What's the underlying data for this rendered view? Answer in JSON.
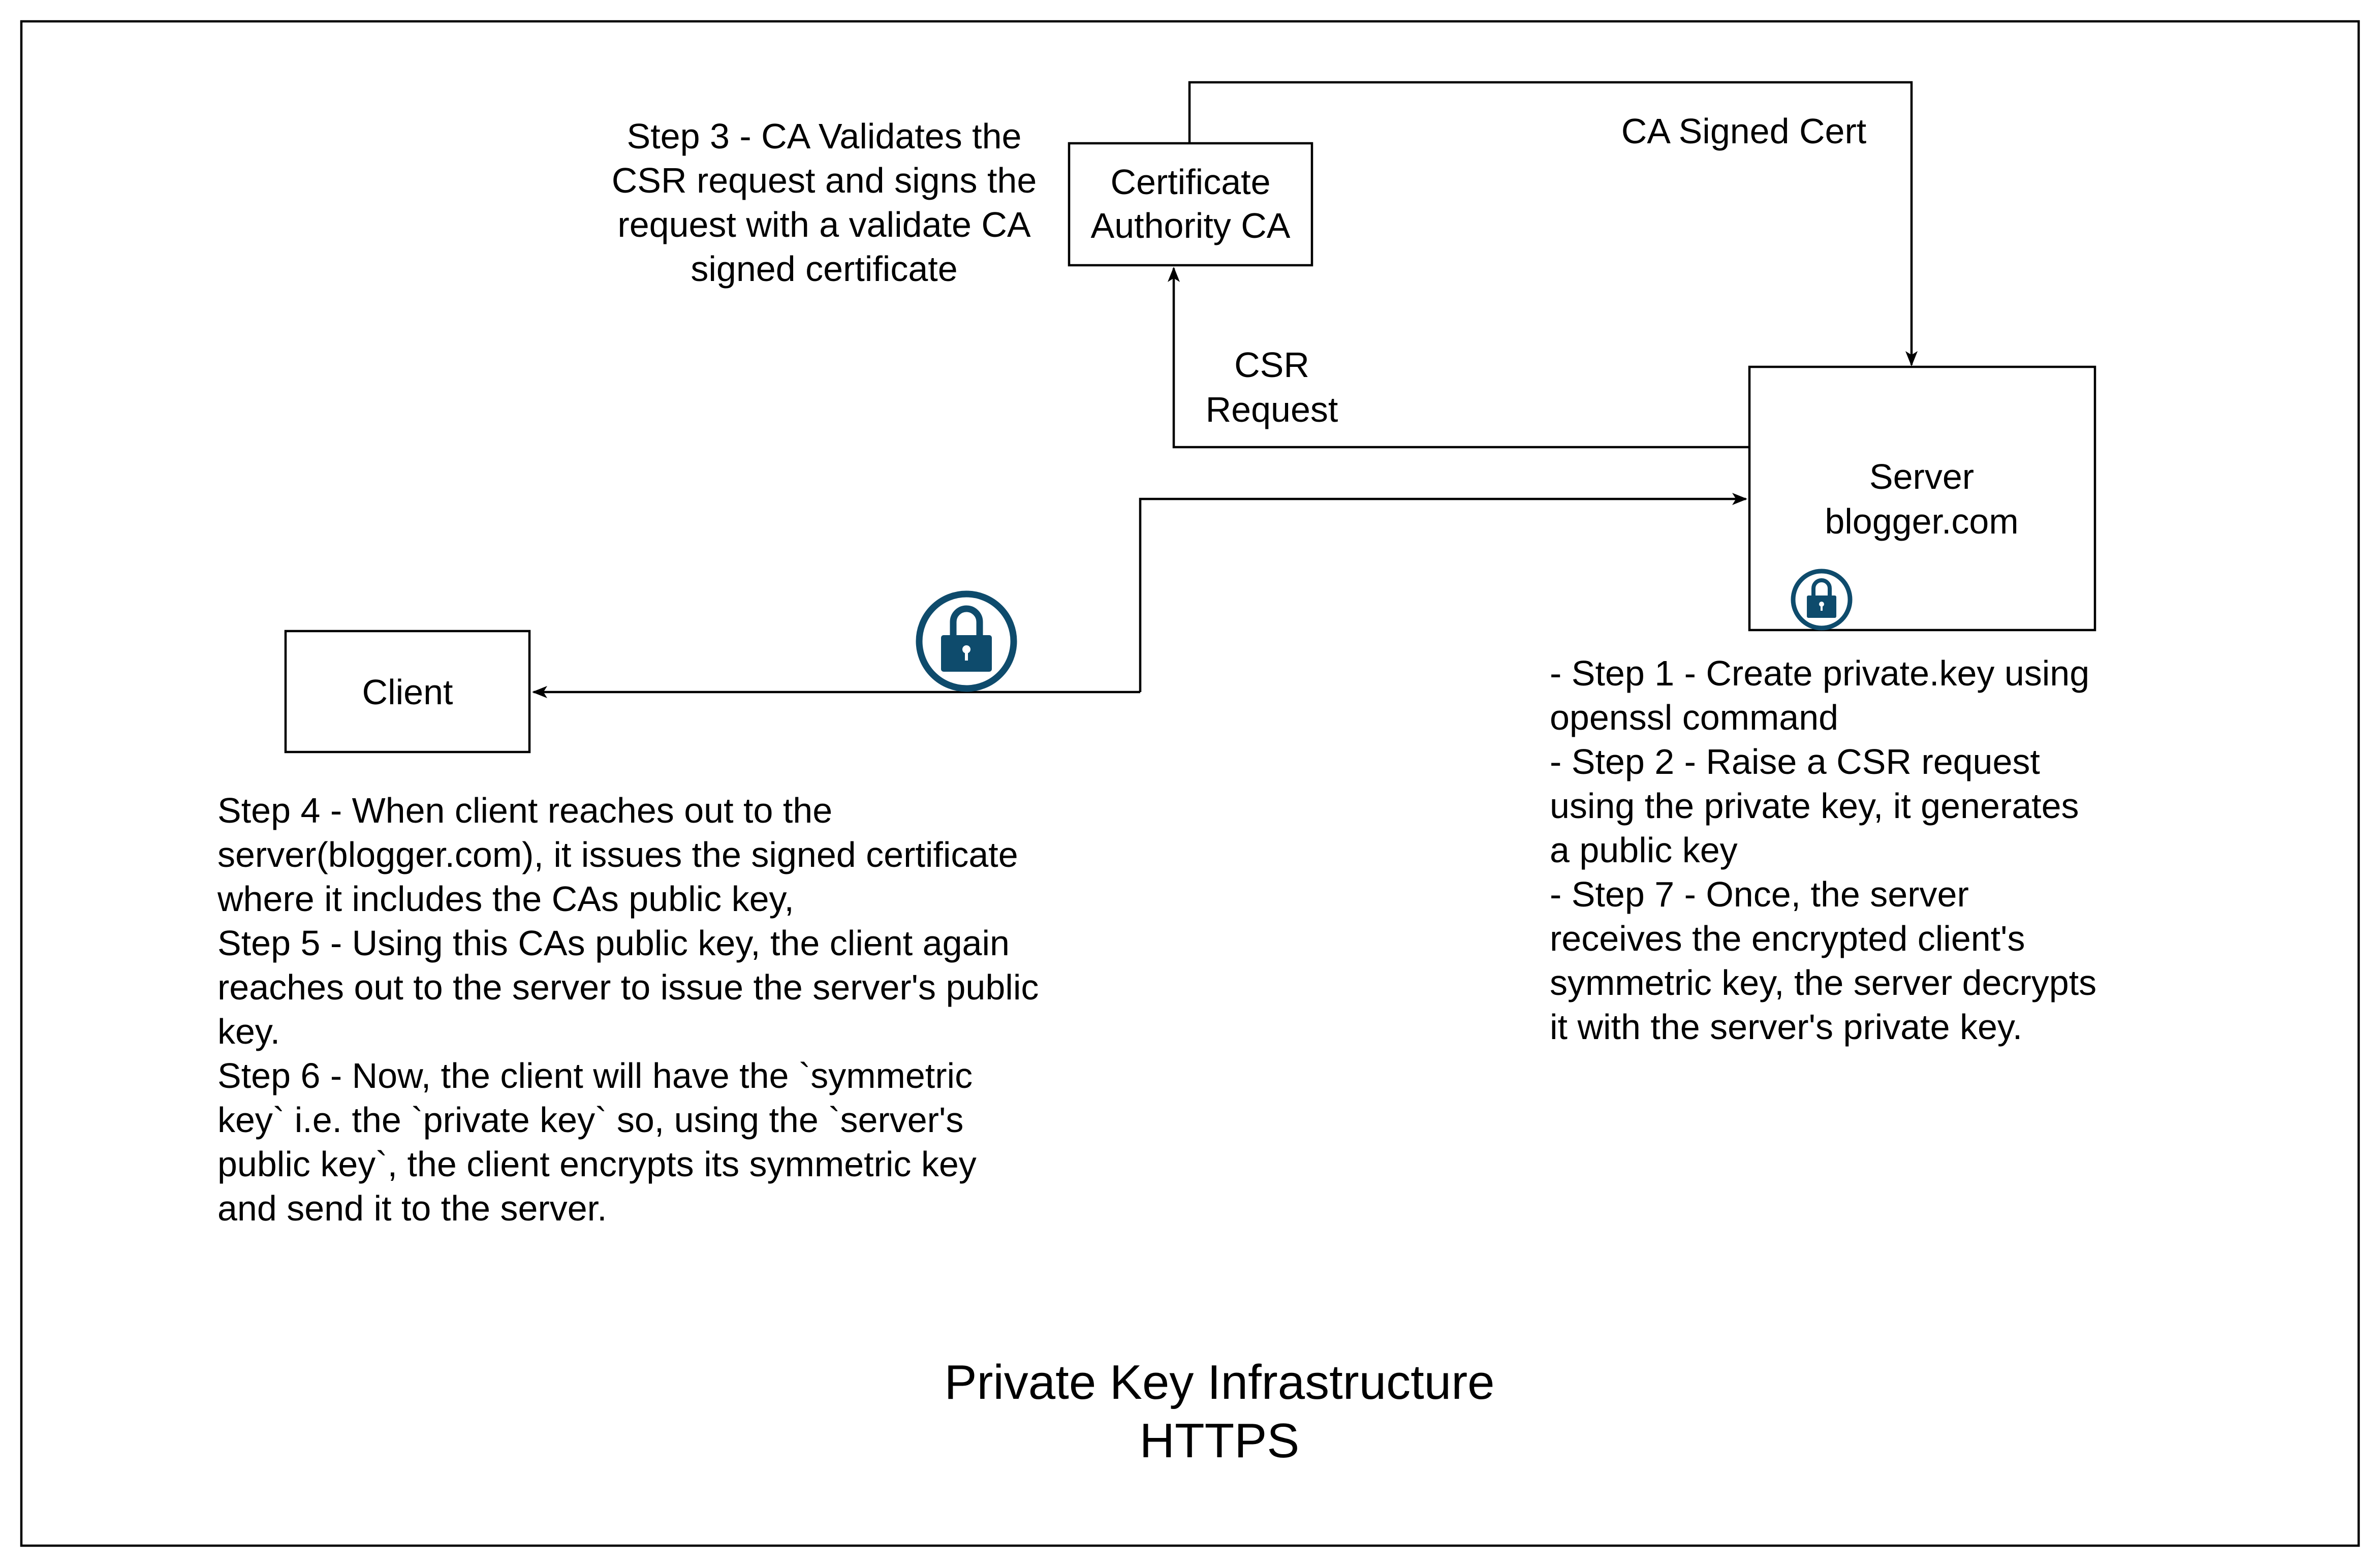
{
  "title": {
    "line1": "Private Key Infrastructure",
    "line2": "HTTPS"
  },
  "nodes": {
    "ca": {
      "line1": "Certificate",
      "line2": "Authority CA"
    },
    "server": {
      "line1": "Server",
      "line2": "blogger.com"
    },
    "client": {
      "label": "Client"
    }
  },
  "edges": {
    "ca_signed_cert": "CA Signed Cert",
    "csr_request": {
      "line1": "CSR",
      "line2": "Request"
    }
  },
  "notes": {
    "step3": [
      "Step 3 - CA Validates the",
      "CSR request and signs the",
      "request with a validate CA",
      "signed certificate"
    ],
    "server_steps": [
      "- Step 1 - Create private.key using",
      "openssl command",
      "- Step 2 - Raise a CSR request",
      "using the private key, it generates",
      "a public key",
      "- Step 7 - Once, the server",
      "receives the encrypted client's",
      "symmetric key, the server decrypts",
      "it with the server's private key."
    ],
    "client_steps": [
      "Step 4 - When client reaches out to the",
      "server(blogger.com), it issues the signed certificate",
      "where it includes the CAs public key,",
      "Step 5 - Using this CAs public key, the client again",
      "reaches out to the server to issue the server's public",
      "key.",
      "Step 6 - Now, the client will have the `symmetric",
      "key` i.e. the `private key` so, using the `server's",
      "public key`, the client encrypts its symmetric key",
      "and send it to the server."
    ]
  },
  "icons": {
    "large_lock": "lock-icon",
    "small_lock": "lock-icon"
  },
  "colors": {
    "lock": "#0e4b6c",
    "line": "#000000",
    "background": "#ffffff"
  }
}
